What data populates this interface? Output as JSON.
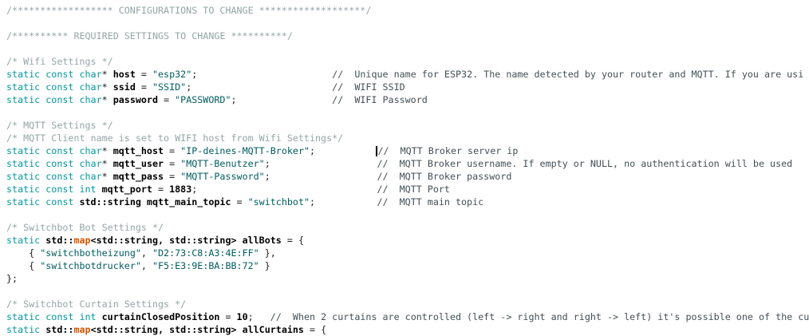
{
  "editor": {
    "background": "#ffffff",
    "colors": {
      "kw": "#00979C",
      "fn": "#D35400",
      "str": "#005C5F",
      "cmt-block": "#95A5A6",
      "cmt-line": "#434F54",
      "ident": "#000000",
      "op": "#222222",
      "caret": "#000000"
    },
    "lines": [
      {
        "segments": [
          {
            "c": "c1",
            "t": "/****************** CONFIGURATIONS TO CHANGE *******************/"
          }
        ]
      },
      {
        "segments": []
      },
      {
        "segments": [
          {
            "c": "c1",
            "t": "/********** REQUIRED SETTINGS TO CHANGE **********/"
          }
        ]
      },
      {
        "segments": []
      },
      {
        "segments": [
          {
            "c": "c1",
            "t": "/* Wifi Settings */"
          }
        ]
      },
      {
        "segments": [
          {
            "c": "k",
            "t": "static const char"
          },
          {
            "c": "o",
            "t": "* "
          },
          {
            "c": "v",
            "t": "host"
          },
          {
            "c": "o",
            "t": " = "
          },
          {
            "c": "s",
            "t": "\"esp32\""
          },
          {
            "c": "o",
            "t": ";"
          },
          {
            "c": "o",
            "t": "                        "
          },
          {
            "c": "c2",
            "t": "//  Unique name for ESP32. The name detected by your router and MQTT. If you are usi"
          }
        ]
      },
      {
        "segments": [
          {
            "c": "k",
            "t": "static const char"
          },
          {
            "c": "o",
            "t": "* "
          },
          {
            "c": "v",
            "t": "ssid"
          },
          {
            "c": "o",
            "t": " = "
          },
          {
            "c": "s",
            "t": "\"SSID\""
          },
          {
            "c": "o",
            "t": ";"
          },
          {
            "c": "o",
            "t": "                         "
          },
          {
            "c": "c2",
            "t": "//  WIFI SSID"
          }
        ]
      },
      {
        "segments": [
          {
            "c": "k",
            "t": "static const char"
          },
          {
            "c": "o",
            "t": "* "
          },
          {
            "c": "v",
            "t": "password"
          },
          {
            "c": "o",
            "t": " = "
          },
          {
            "c": "s",
            "t": "\"PASSWORD\""
          },
          {
            "c": "o",
            "t": ";"
          },
          {
            "c": "o",
            "t": "                 "
          },
          {
            "c": "c2",
            "t": "//  WIFI Password"
          }
        ]
      },
      {
        "segments": []
      },
      {
        "segments": [
          {
            "c": "c1",
            "t": "/* MQTT Settings */"
          }
        ]
      },
      {
        "segments": [
          {
            "c": "c1",
            "t": "/* MQTT Client name is set to WIFI host from Wifi Settings*/"
          }
        ]
      },
      {
        "segments": [
          {
            "c": "k",
            "t": "static const char"
          },
          {
            "c": "o",
            "t": "* "
          },
          {
            "c": "v",
            "t": "mqtt_host"
          },
          {
            "c": "o",
            "t": " = "
          },
          {
            "c": "s",
            "t": "\"IP-deines-MQTT-Broker\""
          },
          {
            "c": "o",
            "t": ";"
          },
          {
            "c": "o",
            "t": "           "
          },
          {
            "c": "cursor",
            "t": ""
          },
          {
            "c": "c2",
            "t": "//  MQTT Broker server ip"
          }
        ]
      },
      {
        "segments": [
          {
            "c": "k",
            "t": "static const char"
          },
          {
            "c": "o",
            "t": "* "
          },
          {
            "c": "v",
            "t": "mqtt_user"
          },
          {
            "c": "o",
            "t": " = "
          },
          {
            "c": "s",
            "t": "\"MQTT-Benutzer\""
          },
          {
            "c": "o",
            "t": ";"
          },
          {
            "c": "o",
            "t": "                   "
          },
          {
            "c": "c2",
            "t": "//  MQTT Broker username. If empty or NULL, no authentication will be used"
          }
        ]
      },
      {
        "segments": [
          {
            "c": "k",
            "t": "static const char"
          },
          {
            "c": "o",
            "t": "* "
          },
          {
            "c": "v",
            "t": "mqtt_pass"
          },
          {
            "c": "o",
            "t": " = "
          },
          {
            "c": "s",
            "t": "\"MQTT-Password\""
          },
          {
            "c": "o",
            "t": ";"
          },
          {
            "c": "o",
            "t": "                   "
          },
          {
            "c": "c2",
            "t": "//  MQTT Broker password"
          }
        ]
      },
      {
        "segments": [
          {
            "c": "k",
            "t": "static const int "
          },
          {
            "c": "v",
            "t": "mqtt_port"
          },
          {
            "c": "o",
            "t": " = "
          },
          {
            "c": "v",
            "t": "1883"
          },
          {
            "c": "o",
            "t": ";"
          },
          {
            "c": "o",
            "t": "                                "
          },
          {
            "c": "c2",
            "t": "//  MQTT Port"
          }
        ]
      },
      {
        "segments": [
          {
            "c": "k",
            "t": "static const "
          },
          {
            "c": "v",
            "t": "std::string mqtt_main_topic"
          },
          {
            "c": "o",
            "t": " = "
          },
          {
            "c": "s",
            "t": "\"switchbot\""
          },
          {
            "c": "o",
            "t": ";"
          },
          {
            "c": "o",
            "t": "           "
          },
          {
            "c": "c2",
            "t": "//  MQTT main topic"
          }
        ]
      },
      {
        "segments": []
      },
      {
        "segments": [
          {
            "c": "c1",
            "t": "/* Switchbot Bot Settings */"
          }
        ]
      },
      {
        "segments": [
          {
            "c": "k",
            "t": "static "
          },
          {
            "c": "v",
            "t": "std::"
          },
          {
            "c": "f",
            "t": "map"
          },
          {
            "c": "v",
            "t": "<std::string, std::string> allBots"
          },
          {
            "c": "o",
            "t": " = {"
          }
        ]
      },
      {
        "segments": [
          {
            "c": "o",
            "t": "    { "
          },
          {
            "c": "s",
            "t": "\"switchbotheizung\""
          },
          {
            "c": "o",
            "t": ", "
          },
          {
            "c": "s",
            "t": "\"D2:73:C8:A3:4E:FF\""
          },
          {
            "c": "o",
            "t": " },"
          }
        ]
      },
      {
        "segments": [
          {
            "c": "o",
            "t": "    { "
          },
          {
            "c": "s",
            "t": "\"switchbotdrucker\""
          },
          {
            "c": "o",
            "t": ", "
          },
          {
            "c": "s",
            "t": "\"F5:E3:9E:BA:BB:72\""
          },
          {
            "c": "o",
            "t": " }"
          }
        ]
      },
      {
        "segments": [
          {
            "c": "o",
            "t": "};"
          }
        ]
      },
      {
        "segments": []
      },
      {
        "segments": [
          {
            "c": "c1",
            "t": "/* Switchbot Curtain Settings */"
          }
        ]
      },
      {
        "segments": [
          {
            "c": "k",
            "t": "static const int "
          },
          {
            "c": "v",
            "t": "curtainClosedPosition"
          },
          {
            "c": "o",
            "t": " = "
          },
          {
            "c": "v",
            "t": "10"
          },
          {
            "c": "o",
            "t": ";"
          },
          {
            "c": "o",
            "t": "   "
          },
          {
            "c": "c2",
            "t": "//  When 2 curtains are controlled (left -> right and right -> left) it's possible one of the cu"
          }
        ]
      },
      {
        "segments": [
          {
            "c": "k",
            "t": "static "
          },
          {
            "c": "v",
            "t": "std::"
          },
          {
            "c": "f",
            "t": "map"
          },
          {
            "c": "v",
            "t": "<std::string, std::string> allCurtains"
          },
          {
            "c": "o",
            "t": " = {"
          }
        ]
      }
    ]
  }
}
